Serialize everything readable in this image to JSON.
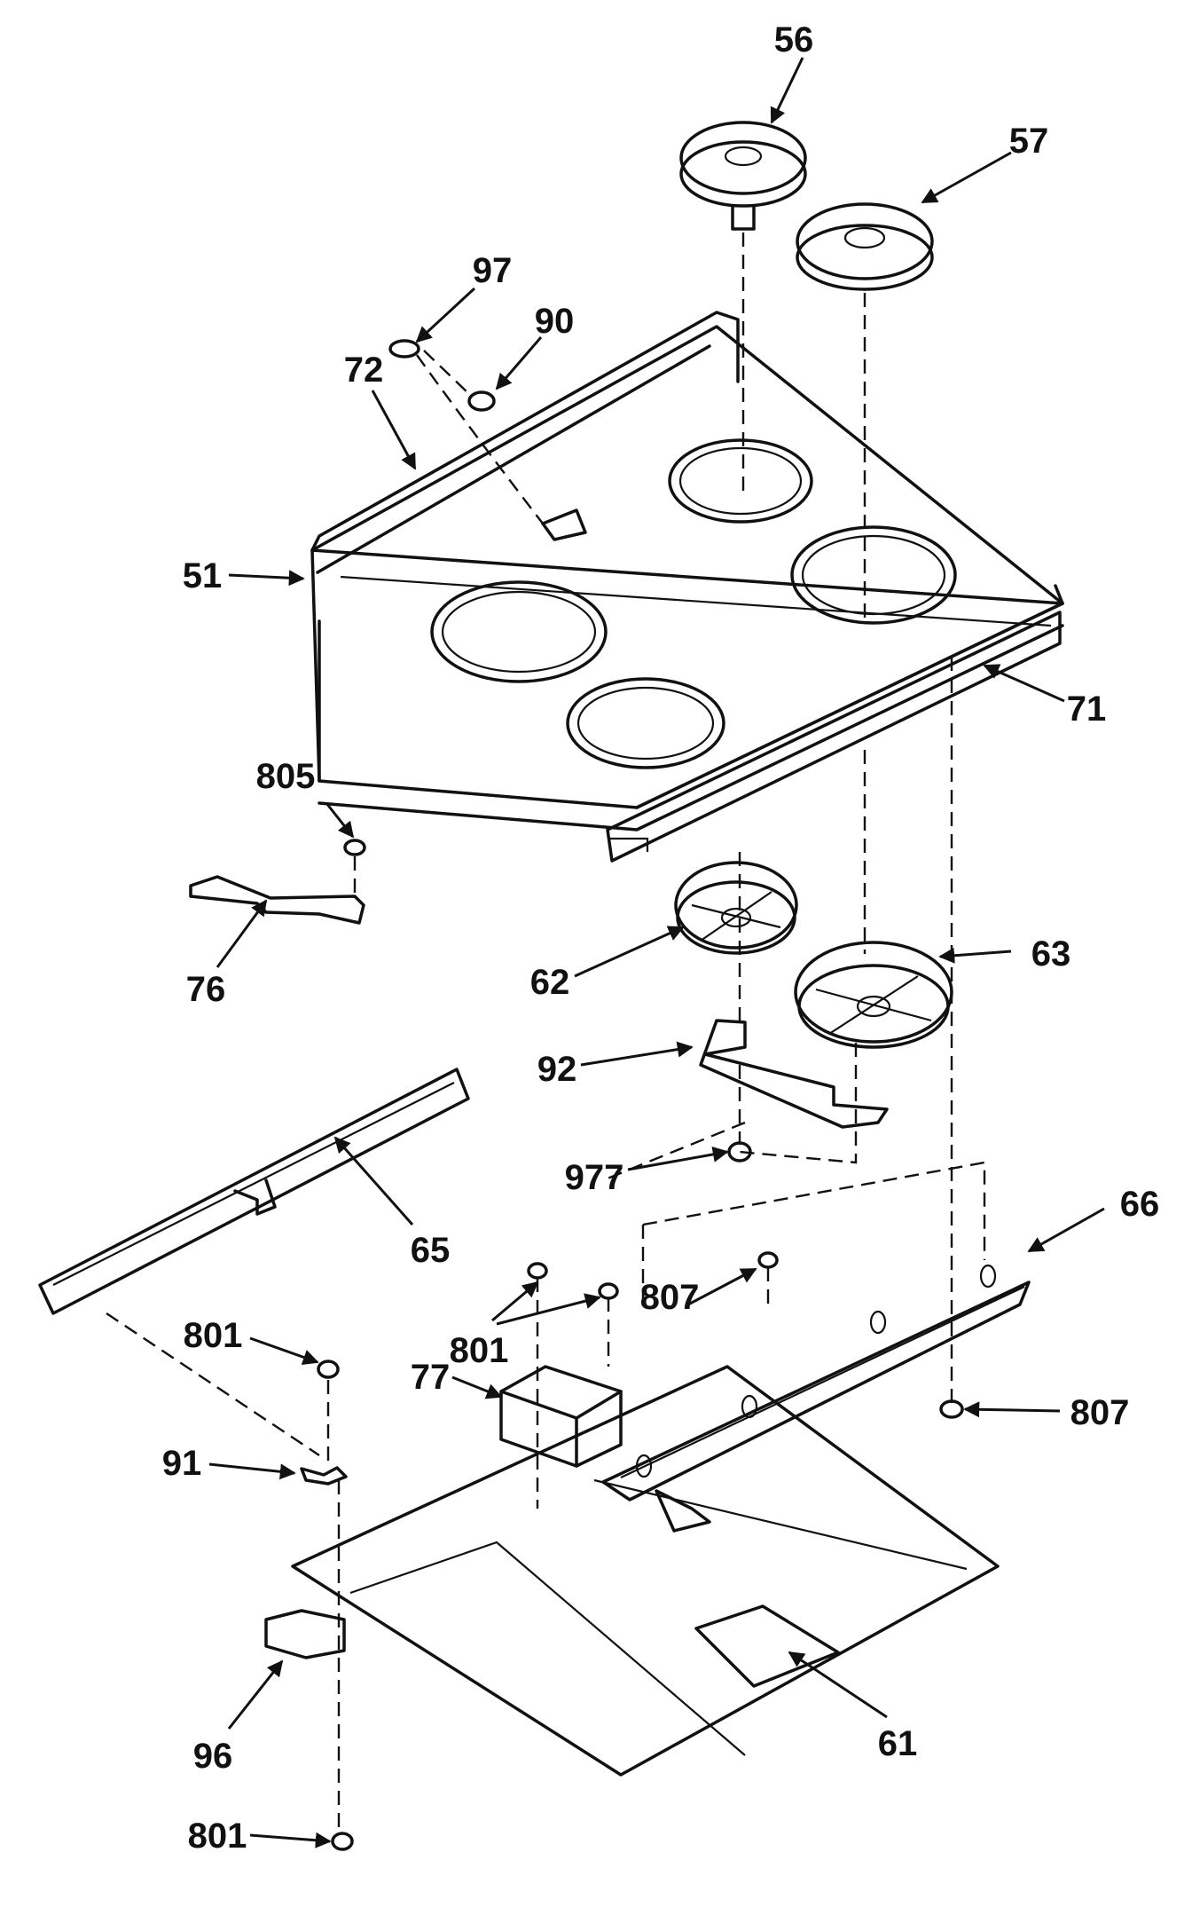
{
  "callouts": [
    {
      "id": "c56",
      "label": "56"
    },
    {
      "id": "c57",
      "label": "57"
    },
    {
      "id": "c97",
      "label": "97"
    },
    {
      "id": "c90",
      "label": "90"
    },
    {
      "id": "c72",
      "label": "72"
    },
    {
      "id": "c51",
      "label": "51"
    },
    {
      "id": "c71",
      "label": "71"
    },
    {
      "id": "c805",
      "label": "805"
    },
    {
      "id": "c76",
      "label": "76"
    },
    {
      "id": "c62",
      "label": "62"
    },
    {
      "id": "c63",
      "label": "63"
    },
    {
      "id": "c92",
      "label": "92"
    },
    {
      "id": "c977",
      "label": "977"
    },
    {
      "id": "c65",
      "label": "65"
    },
    {
      "id": "c66",
      "label": "66"
    },
    {
      "id": "c801a",
      "label": "801"
    },
    {
      "id": "c807a",
      "label": "807"
    },
    {
      "id": "c801b",
      "label": "801"
    },
    {
      "id": "c77",
      "label": "77"
    },
    {
      "id": "c807b",
      "label": "807"
    },
    {
      "id": "c91",
      "label": "91"
    },
    {
      "id": "c96",
      "label": "96"
    },
    {
      "id": "c61",
      "label": "61"
    },
    {
      "id": "c801c",
      "label": "801"
    }
  ]
}
